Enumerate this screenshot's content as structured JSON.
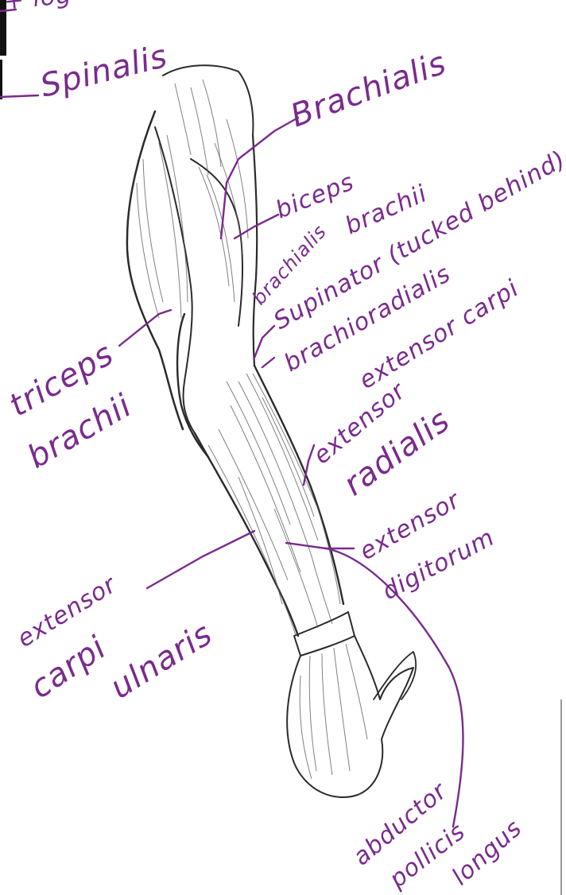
{
  "labels": {
    "top_partial": "+ log",
    "spinalis": "Spinalis",
    "brachialis_top": "Brachialis",
    "biceps": "biceps",
    "brachii_1": "brachii",
    "brachialis_small": "brachialis",
    "supinator": "Supinator (tucked behind)",
    "brachioradialis": "brachioradialis",
    "extensor_carpi": "extensor carpi",
    "triceps": "triceps",
    "brachii_2": "brachii",
    "extensor_2": "extensor",
    "radialis": "radialis",
    "extensor_3": "extensor",
    "digitorum": "digitorum",
    "extensor_4": "extensor",
    "carpi": "carpi",
    "ulnaris": "ulnaris",
    "abductor": "abductor",
    "pollicis": "pollicis",
    "longus": "longus"
  },
  "colors": {
    "annotation": "#7a2a8e",
    "ink": "#2b2b2b"
  }
}
